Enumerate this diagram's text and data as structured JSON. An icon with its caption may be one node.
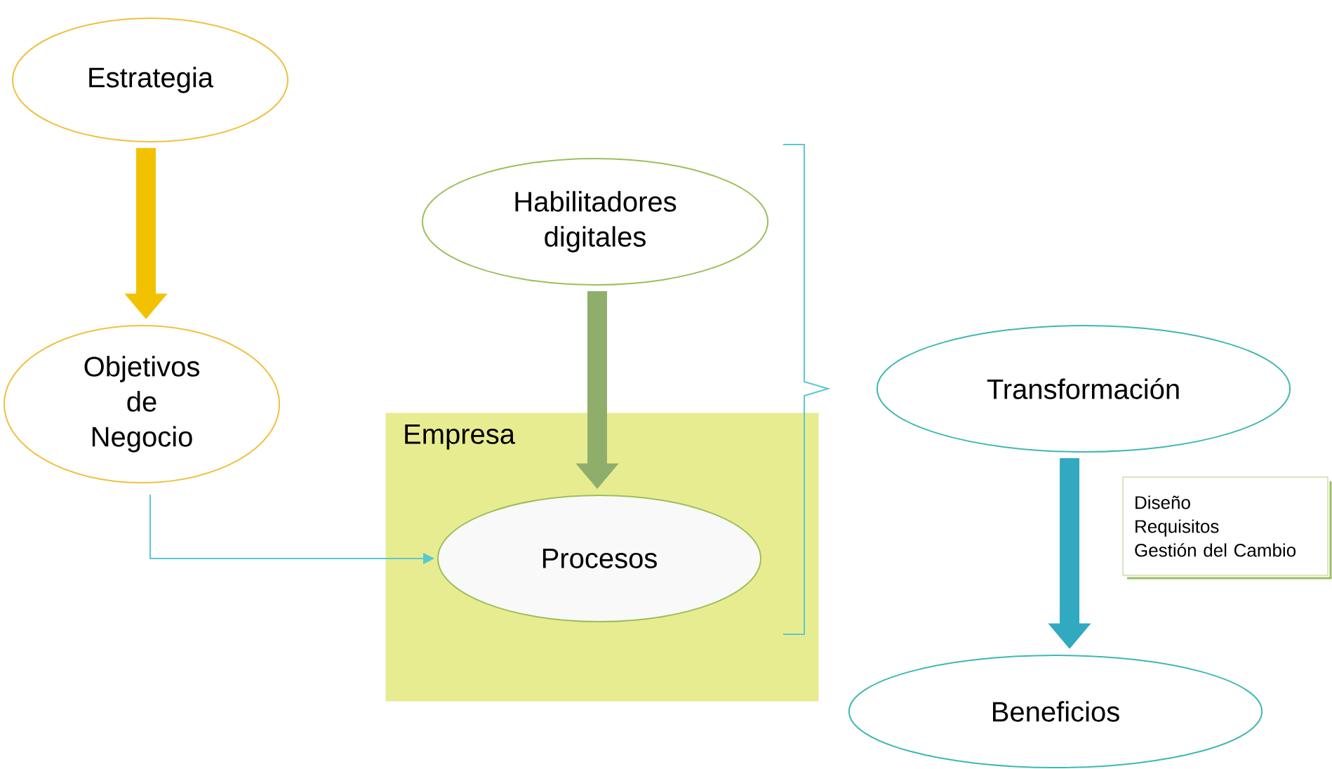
{
  "diagram": {
    "nodes": [
      {
        "text": [
          "Estrategia"
        ]
      },
      {
        "text": [
          "Objetivos de Negocio"
        ]
      },
      {
        "text": [
          "Empresa"
        ]
      },
      {
        "text": [
          "Habilitadores digitales"
        ]
      },
      {
        "text": [
          "Procesos"
        ],
        "in": 2
      },
      {
        "text": [
          "Transformación"
        ]
      },
      {
        "text": [
          "Diseño",
          "Requisitos",
          "Gestión del Cambio"
        ]
      },
      {
        "text": [
          "Beneficios"
        ]
      }
    ],
    "edges": [
      {
        "from": 0,
        "to": 1,
        "arrow": "to",
        "color": "#f2c200"
      },
      {
        "from": 3,
        "to": 4,
        "arrow": "to",
        "color": "#8fae6b"
      },
      {
        "from": 1,
        "to": 4,
        "arrow": "to",
        "color": "#5bc8d0"
      },
      {
        "from": 5,
        "to": 7,
        "arrow": "to",
        "color": "#31a9c1"
      }
    ]
  }
}
